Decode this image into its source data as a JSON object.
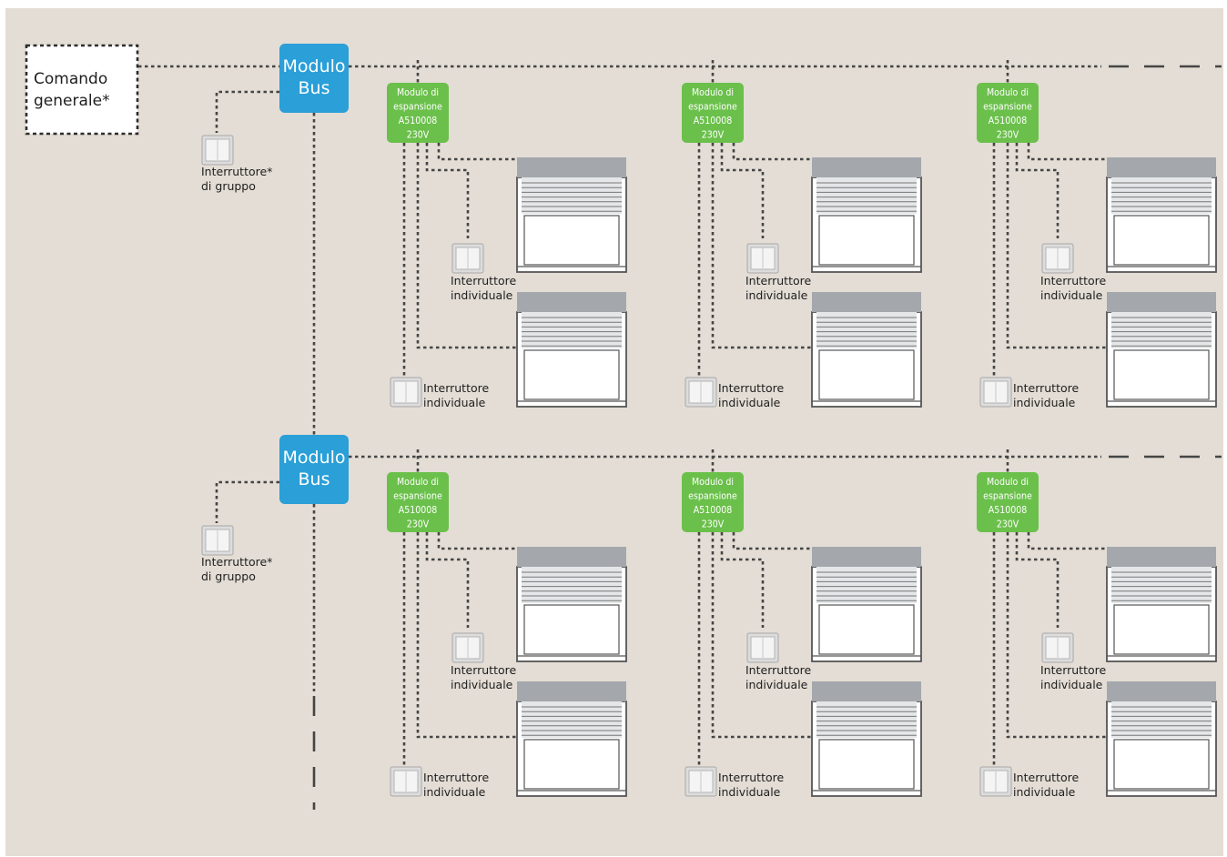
{
  "command": {
    "line1": "Comando",
    "line2": "generale*"
  },
  "bus_module": {
    "line1": "Modulo",
    "line2": "Bus"
  },
  "expansion_module": {
    "lines": [
      "Modulo di",
      "espansione",
      "A510008",
      "230V"
    ]
  },
  "group_switch": {
    "line1": "Interruttore*",
    "line2": "di gruppo"
  },
  "individual_switch": {
    "line1": "Interruttore",
    "line2": "individuale"
  },
  "colors": {
    "background": "#e3ddd5",
    "bus_module": "#2a9fd8",
    "expansion_module": "#6bc04b",
    "wire": "#454545"
  }
}
